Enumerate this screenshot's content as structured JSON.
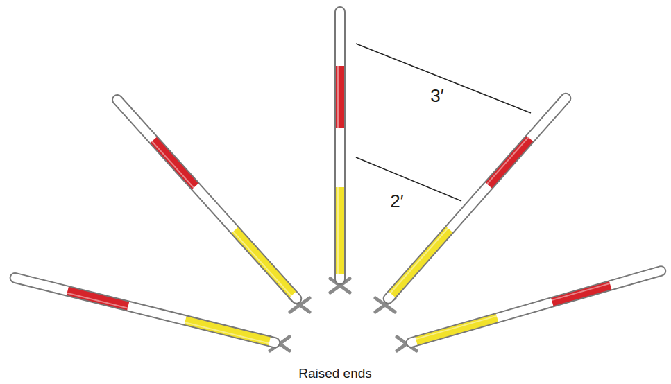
{
  "diagram": {
    "labels": [
      "3′",
      "2′",
      "Raised ends"
    ]
  }
}
